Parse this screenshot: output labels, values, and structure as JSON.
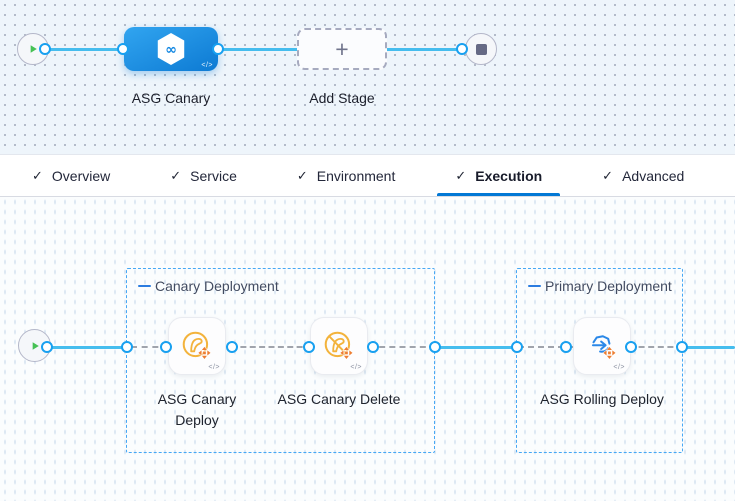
{
  "pipeline_graph": {
    "stage": {
      "label": "ASG Canary",
      "code_glyph": "</>",
      "icon_glyph": "∞"
    },
    "add_stage": {
      "label": "Add Stage",
      "plus_glyph": "+"
    }
  },
  "tab_bar": {
    "check_glyph": "✓",
    "tabs": [
      {
        "label": "Overview",
        "checked": true,
        "active": false
      },
      {
        "label": "Service",
        "checked": true,
        "active": false
      },
      {
        "label": "Environment",
        "checked": true,
        "active": false
      },
      {
        "label": "Execution",
        "checked": true,
        "active": true
      },
      {
        "label": "Advanced",
        "checked": true,
        "active": false
      }
    ]
  },
  "execution_graph": {
    "code_glyph": "</>",
    "groups": [
      {
        "label": "Canary Deployment",
        "steps": [
          {
            "label": "ASG Canary Deploy",
            "icon": "asg-canary-deploy-icon"
          },
          {
            "label": "ASG Canary Delete",
            "icon": "asg-canary-delete-icon"
          }
        ]
      },
      {
        "label": "Primary Deployment",
        "steps": [
          {
            "label": "ASG Rolling Deploy",
            "icon": "asg-rolling-deploy-icon"
          }
        ]
      }
    ]
  },
  "colors": {
    "flow_line_blue": "#45bdee",
    "connector_ring_blue": "#18a0f0",
    "stage_gradient_start": "#31a5f0",
    "stage_gradient_end": "#0d7ad3",
    "active_tab_underline": "#0278d5",
    "group_border_blue": "#46a8f5",
    "canary_yellow": "#f3b33c",
    "arrows_orange": "#ed7d31",
    "rolling_blue": "#2b88e8",
    "play_green": "#46c154",
    "stop_gray": "#666a85"
  }
}
